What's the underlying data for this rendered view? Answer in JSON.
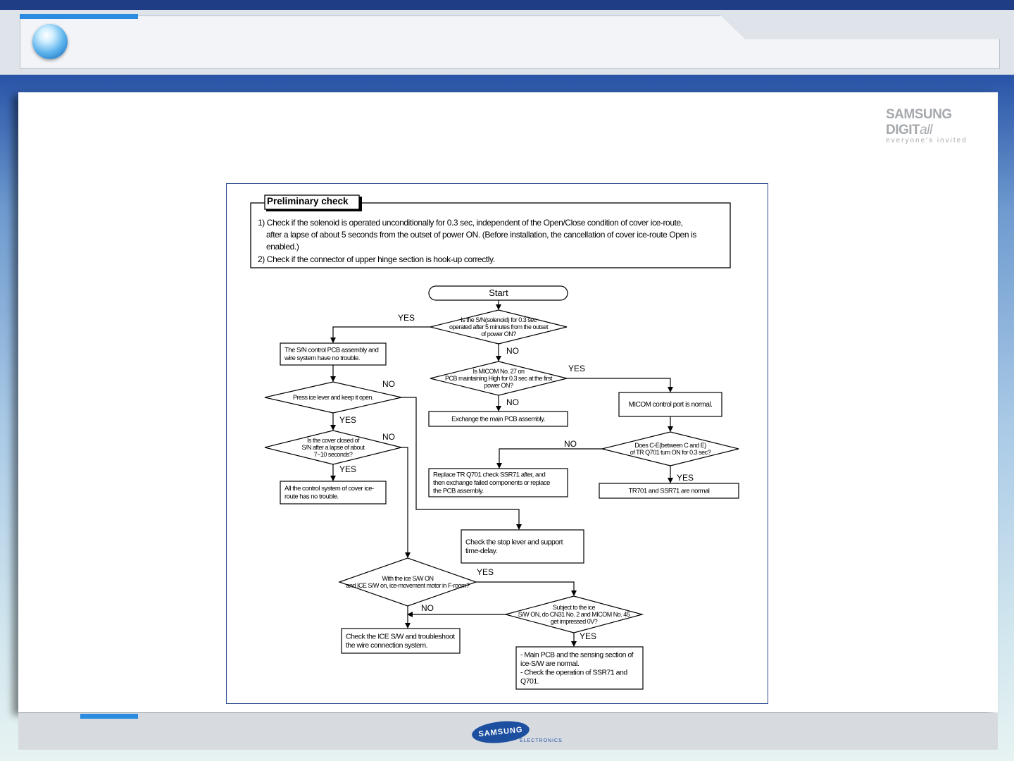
{
  "branding": {
    "tagline_main": "SAMSUNG DIGIT",
    "tagline_italic": "all",
    "tagline_sub": "everyone's invited",
    "logo_text": "SAMSUNG",
    "logo_sub": "ELECTRONICS"
  },
  "preliminary": {
    "title": "Preliminary check",
    "lines": [
      "1) Check if the solenoid is operated unconditionally for 0.3 sec, independent of the Open/Close condition of cover ice-route,",
      "after a lapse of about 5 seconds from the outset of power ON. (Before installation, the cancellation of cover ice-route Open is",
      "enabled.)",
      "2) Check if the connector of upper hinge section is hook-up correctly."
    ]
  },
  "flow": {
    "start": "Start",
    "d1": [
      "Is the S/N(solenoid) for 0.3 sec",
      "operated after 5 minutes from the outset",
      "of power ON?"
    ],
    "b_sn_ok": [
      "The S/N control PCB assembly and",
      "wire system have no trouble."
    ],
    "d2": [
      "Is MICOM No. 27 on",
      "PCB maintaining High for 0.3 sec at the first",
      "power ON?"
    ],
    "d_press": [
      "Press ice lever and keep it open."
    ],
    "b_exchange": [
      "Exchange the main PCB assembly."
    ],
    "b_micom": [
      "MICOM control port is normal."
    ],
    "d_cover": [
      "Is the cover closed of",
      "S/N after a lapse of about",
      "7~10 seconds?"
    ],
    "d_ce": [
      "Does C-E(between C and E)",
      "of TR Q701 turn ON for 0.3 sec?"
    ],
    "b_all_ok": [
      "All the control system of cover ice-",
      "route has no trouble."
    ],
    "b_replace": [
      "Replace TR Q701 check SSR71 after, and",
      "then exchange failed components or replace",
      "the PCB assembly."
    ],
    "b_tr_ok": [
      "TR701 and SSR71 are normal"
    ],
    "b_stop": [
      "Check the stop lever and support",
      "time-delay."
    ],
    "d_motor": [
      "With the ice S/W ON",
      "and ICE S/W on, ice-movement motor in F-room?"
    ],
    "d_cn31": [
      "Subject to the ice",
      "S/W ON, do CN31 No. 2 and MICOM No. 45",
      "get impressed 0V?"
    ],
    "b_ice_sw": [
      "Check the ICE S/W and troubleshoot",
      "the wire connection system."
    ],
    "b_main": [
      "- Main PCB and the sensing section of",
      "  ice-S/W are normal.",
      "- Check the operation of SSR71 and",
      "  Q701."
    ],
    "labels": {
      "yes": "YES",
      "no": "NO"
    }
  }
}
